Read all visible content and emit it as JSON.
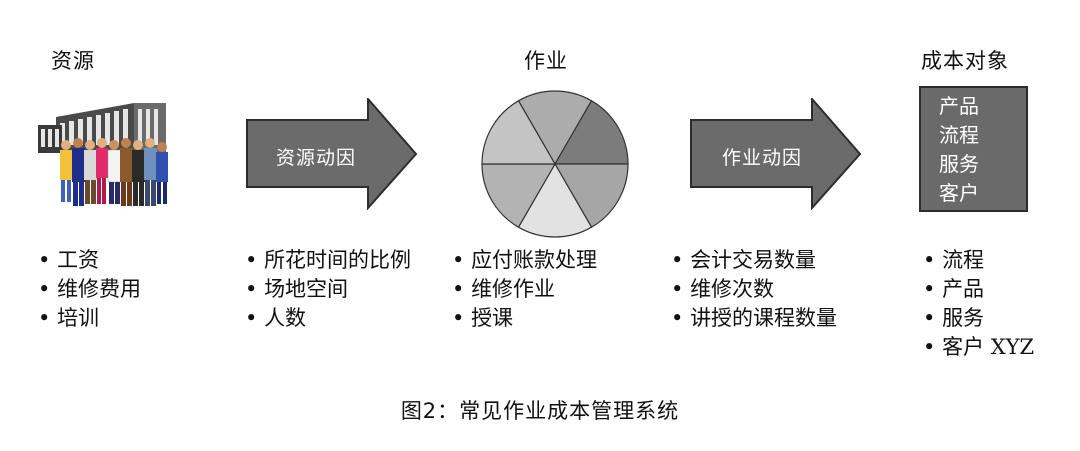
{
  "diagram": {
    "resources": {
      "title": "资源",
      "items": [
        "工资",
        "维修费用",
        "培训"
      ]
    },
    "resource_driver": {
      "label": "资源动因",
      "items": [
        "所花时间的比例",
        "场地空间",
        "人数"
      ]
    },
    "activities": {
      "title": "作业",
      "items": [
        "应付账款处理",
        "维修作业",
        "授课"
      ]
    },
    "activity_driver": {
      "label": "作业动因",
      "items": [
        "会计交易数量",
        "维修次数",
        "讲授的课程数量"
      ]
    },
    "cost_objects": {
      "title": "成本对象",
      "box_items": [
        "产品",
        "流程",
        "服务",
        "客户"
      ],
      "items": [
        "流程",
        "产品",
        "服务",
        "客户 XYZ"
      ]
    },
    "caption": "图2：常见作业成本管理系统"
  },
  "colors": {
    "arrow_fill": "#6b6b6b",
    "box_fill": "#6a6a6a",
    "pie_slices": [
      "#c4c4c4",
      "#acacac",
      "#7c7c7c",
      "#a6a6a6",
      "#e2e2e2",
      "#b3b3b3"
    ]
  }
}
